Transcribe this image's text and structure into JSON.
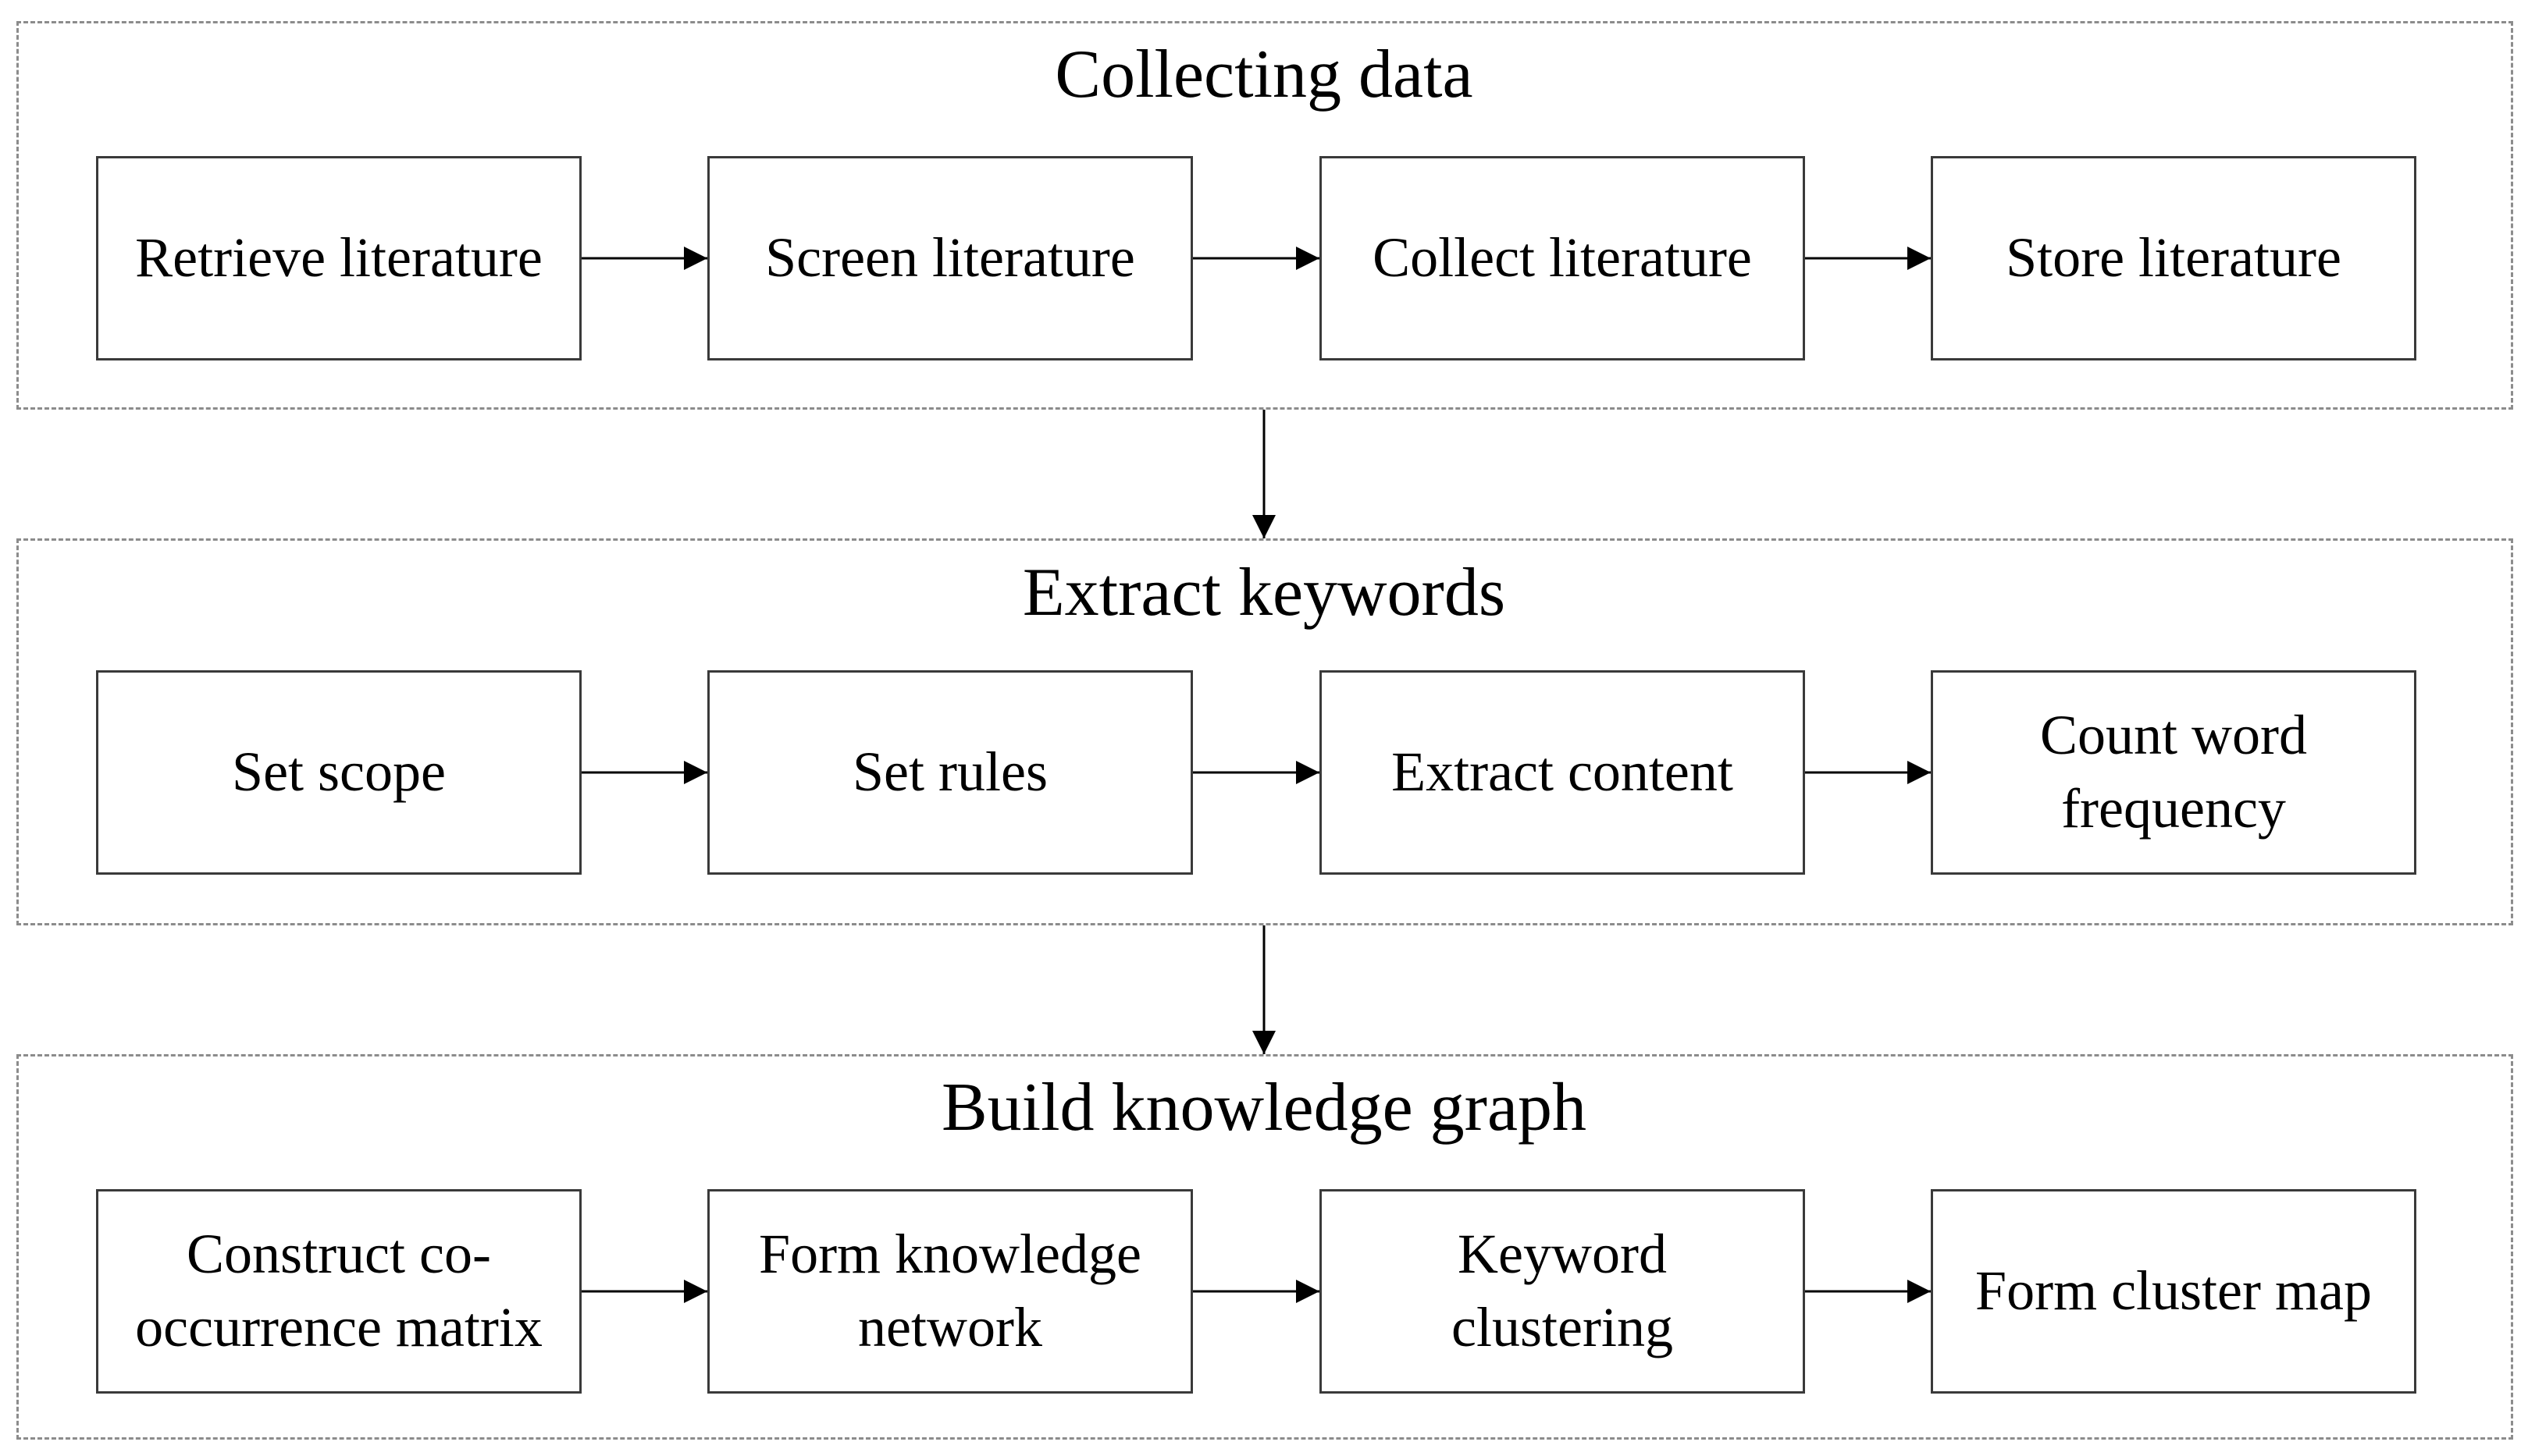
{
  "diagram": {
    "sections": [
      {
        "title": "Collecting data",
        "steps": [
          "Retrieve literature",
          "Screen literature",
          "Collect literature",
          "Store literature"
        ]
      },
      {
        "title": "Extract keywords",
        "steps": [
          "Set scope",
          "Set rules",
          "Extract content",
          "Count word\nfrequency"
        ]
      },
      {
        "title": "Build knowledge graph",
        "steps": [
          "Construct co-\noccurrence matrix",
          "Form knowledge\nnetwork",
          "Keyword\nclustering",
          "Form cluster map"
        ]
      }
    ],
    "colors": {
      "box_border": "#3a3a3a",
      "group_border": "#8c8c8c",
      "arrow": "#000000"
    }
  }
}
